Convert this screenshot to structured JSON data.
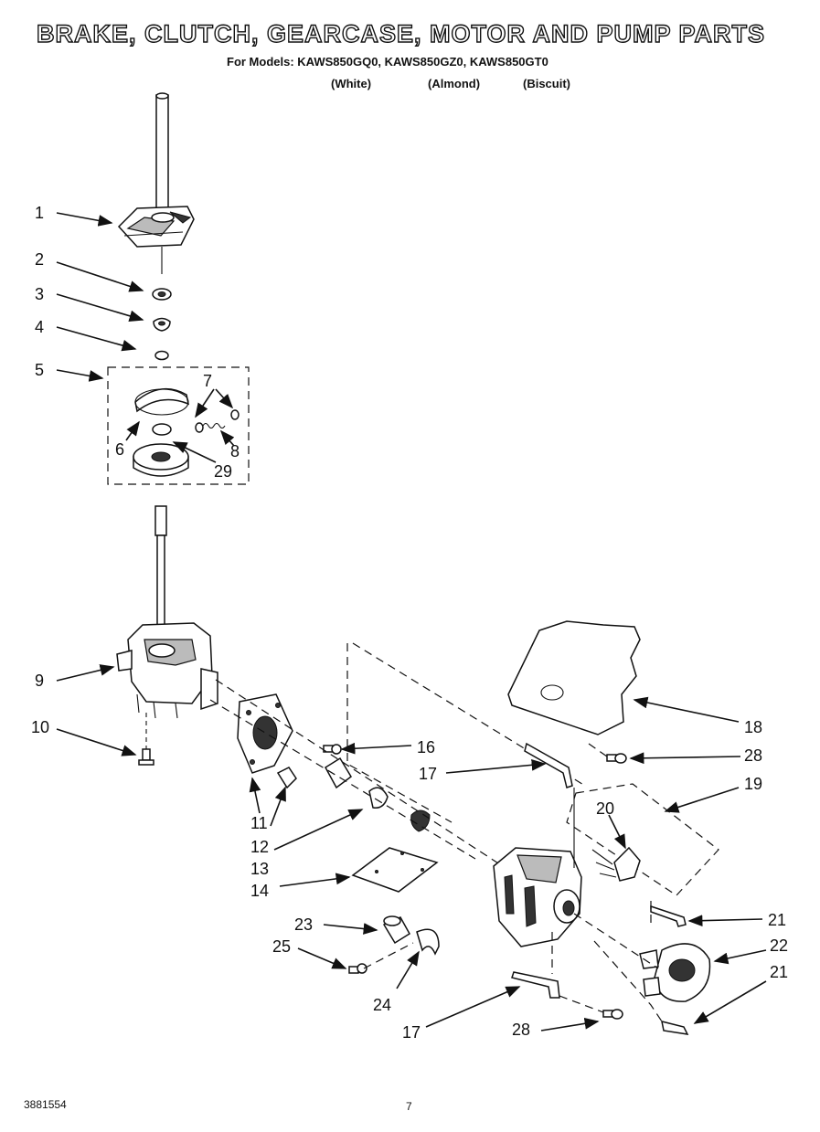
{
  "header": {
    "title": "BRAKE, CLUTCH, GEARCASE, MOTOR AND PUMP PARTS",
    "models_line": "For Models: KAWS850GQ0, KAWS850GZ0, KAWS850GT0",
    "variants": [
      "(White)",
      "(Almond)",
      "(Biscuit)"
    ]
  },
  "callouts": {
    "c1": "1",
    "c2": "2",
    "c3": "3",
    "c4": "4",
    "c5": "5",
    "c6": "6",
    "c7": "7",
    "c8": "8",
    "c29": "29",
    "c9": "9",
    "c10": "10",
    "c11": "11",
    "c12": "12",
    "c13": "13",
    "c14": "14",
    "c16": "16",
    "c17a": "17",
    "c18": "18",
    "c28a": "28",
    "c19": "19",
    "c20": "20",
    "c21a": "21",
    "c22": "22",
    "c21b": "21",
    "c23": "23",
    "c25": "25",
    "c24": "24",
    "c17b": "17",
    "c28b": "28"
  },
  "footer": {
    "doc_number": "3881554",
    "page_number": "7"
  }
}
